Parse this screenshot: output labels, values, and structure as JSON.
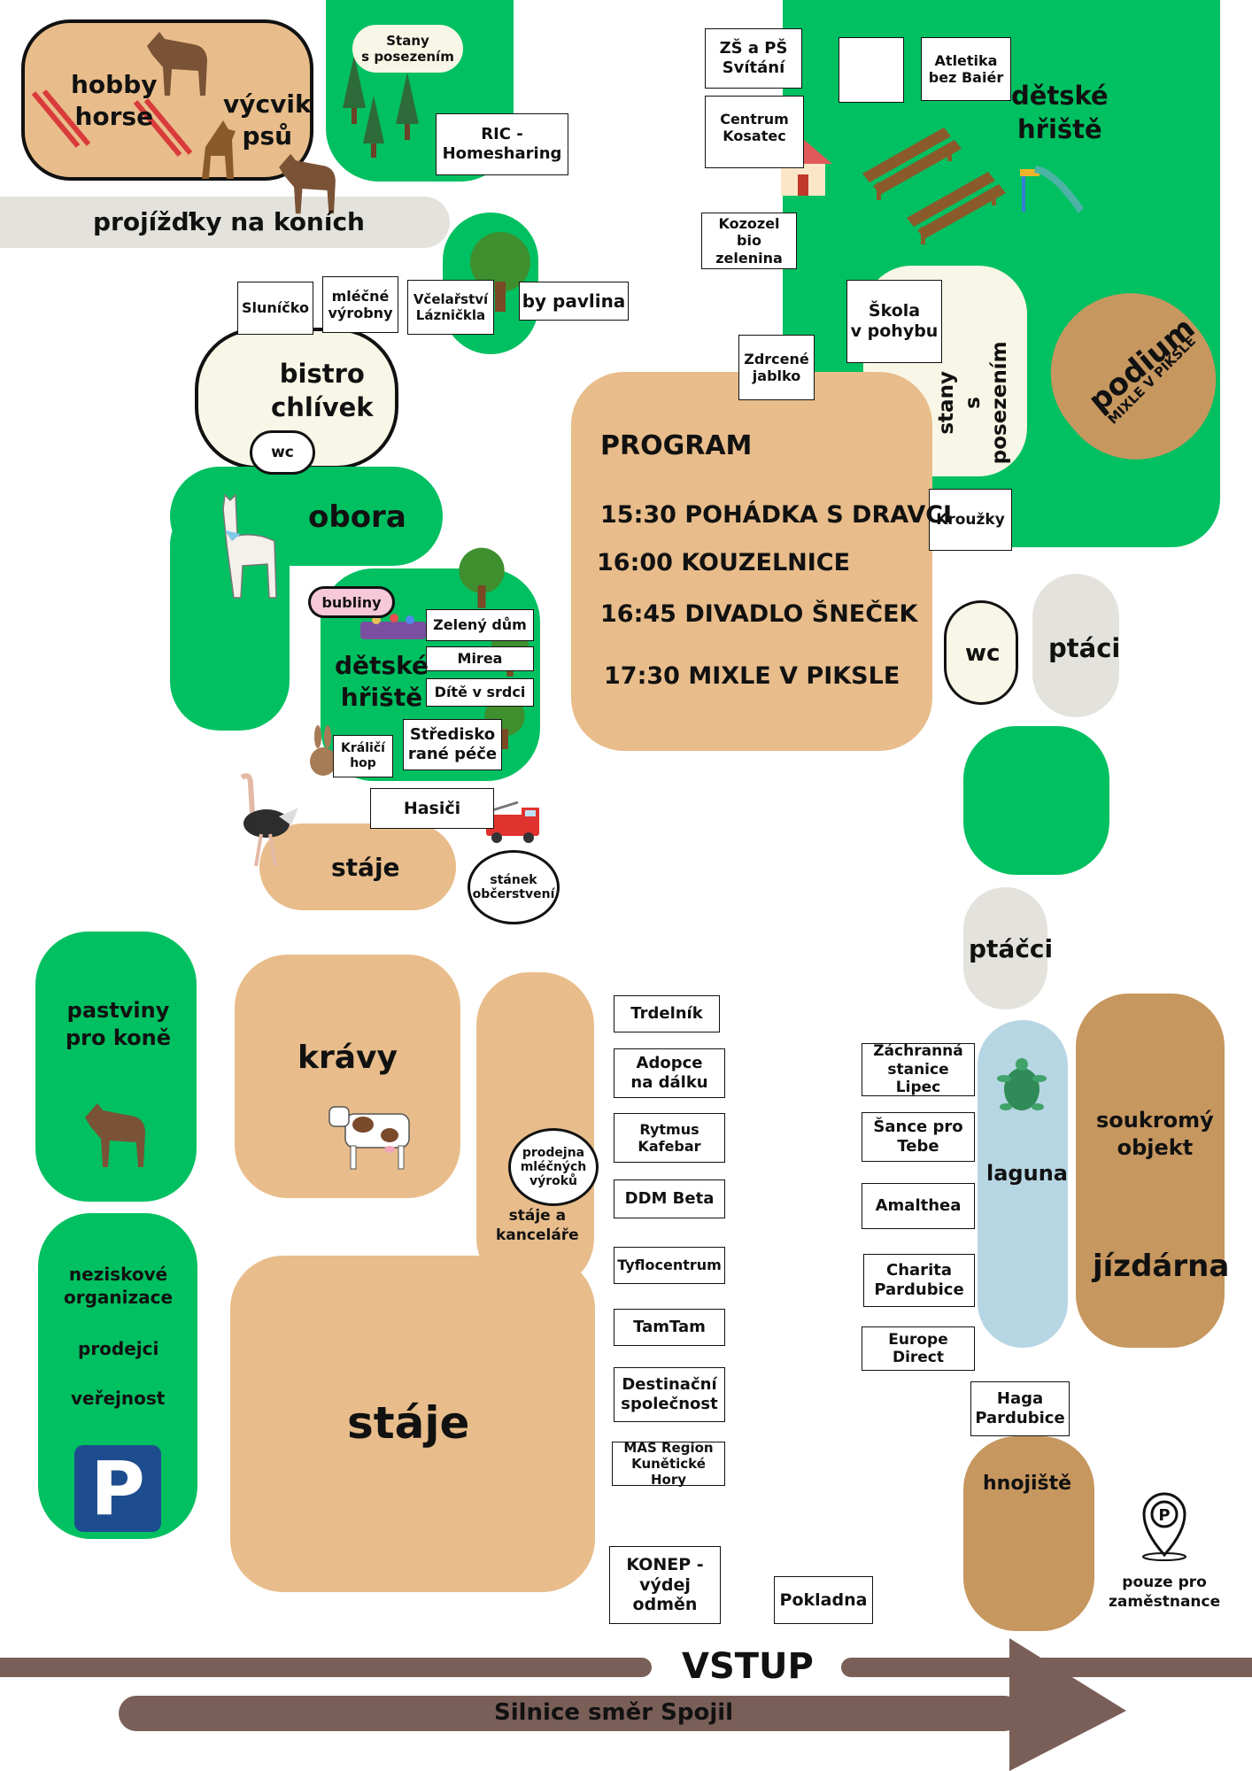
{
  "map": {
    "hobby_horse": "hobby\nhorse",
    "vycvik_psu": "výcvik\npsů",
    "projizdky": "projížďky na koních",
    "stany_top": "Stany\ns posezením",
    "ric": "RIC -\nHomesharing",
    "zs_ps": "ZŠ a PŠ\nSvítání",
    "centrum": "Centrum\nKosatec",
    "kozozel": "Kozozel bio\nzelenina",
    "atletika": "Atletika\nbez Baiér",
    "detske_hriste_top": "dětské\nhřiště",
    "skola": "Škola\nv pohybu",
    "stany_right": "stany\ns posezením",
    "podium": "podium",
    "mixle_small": "MIXLE V PIKSLE",
    "zdrcene": "Zdrcené\njablko",
    "krouzky": "Kroužky",
    "slunicko": "Sluníčko",
    "mlecne": "mléčné\nvýrobny",
    "vcelarstvi": "Včelařství\nLázničkla",
    "by_pavlina": "by pavlina",
    "bistro": "bistro\nchlívek",
    "wc_small": "wc",
    "obora": "obora",
    "bubliny": "bubliny",
    "zeleny_dum": "Zelený dům",
    "mirea": "Mirea",
    "dite_v_srdci": "Dítě v srdci",
    "detske_hriste_mid": "dětské\nhřiště",
    "stredisko": "Středisko\nrané péče",
    "kralici": "Králičí\nhop",
    "hasici": "Hasiči",
    "staje_small": "stáje",
    "stanek": "stánek\nobčerstvení",
    "wc_right": "wc",
    "ptaci": "ptáci",
    "ptacci": "ptáčci",
    "pastviny": "pastviny\npro koně",
    "kravy": "krávy",
    "prodejna": "prodejna\nmléčných\nvýroků",
    "staje_kancelare": "stáje a\nkanceláře",
    "staje_big": "stáje",
    "trdelnik": "Trdelník",
    "adopce": "Adopce\nna dálku",
    "rytmus": "Rytmus\nKafebar",
    "ddm": "DDM Beta",
    "tyflo": "Tyflocentrum",
    "tamtam": "TamTam",
    "destinacni": "Destinační\nspolečnost",
    "mas": "MAS Region\nKunětické Hory",
    "konep": "KONEP -\nvýdej\nodměn",
    "pokladna": "Pokladna",
    "zachranna": "Záchranná\nstanice Lipec",
    "sance": "Šance pro\nTebe",
    "amalthea": "Amalthea",
    "charita": "Charita\nPardubice",
    "europe": "Europe\nDirect",
    "haga": "Haga\nPardubice",
    "laguna": "laguna",
    "soukromy": "soukromý\nobjekt",
    "jizdarna": "jízdárna",
    "hnojiste": "hnojiště",
    "neziskove": "neziskové\norganizace",
    "prodejci": "prodejci",
    "verejnost": "veřejnost",
    "parking_letter": "P",
    "pouze": "pouze pro\nzaměstnance",
    "vstup": "VSTUP",
    "silnice": "Silnice směr Spojil"
  },
  "program": {
    "title": "PROGRAM",
    "items": [
      "15:30 POHÁDKA S DRAVCI",
      "16:00 KOUZELNICE",
      "16:45 DIVADLO ŠNEČEK",
      "17:30 MIXLE V PIKSLE"
    ]
  },
  "colors": {
    "green": "#00c061",
    "tan": "#e8bd8b",
    "cream": "#f8f6e6",
    "grey": "#e4e2dc",
    "brown": "#c6975f",
    "blue": "#b7d6e3",
    "road": "#7a5f58",
    "parking_blue": "#1e4d8f"
  }
}
